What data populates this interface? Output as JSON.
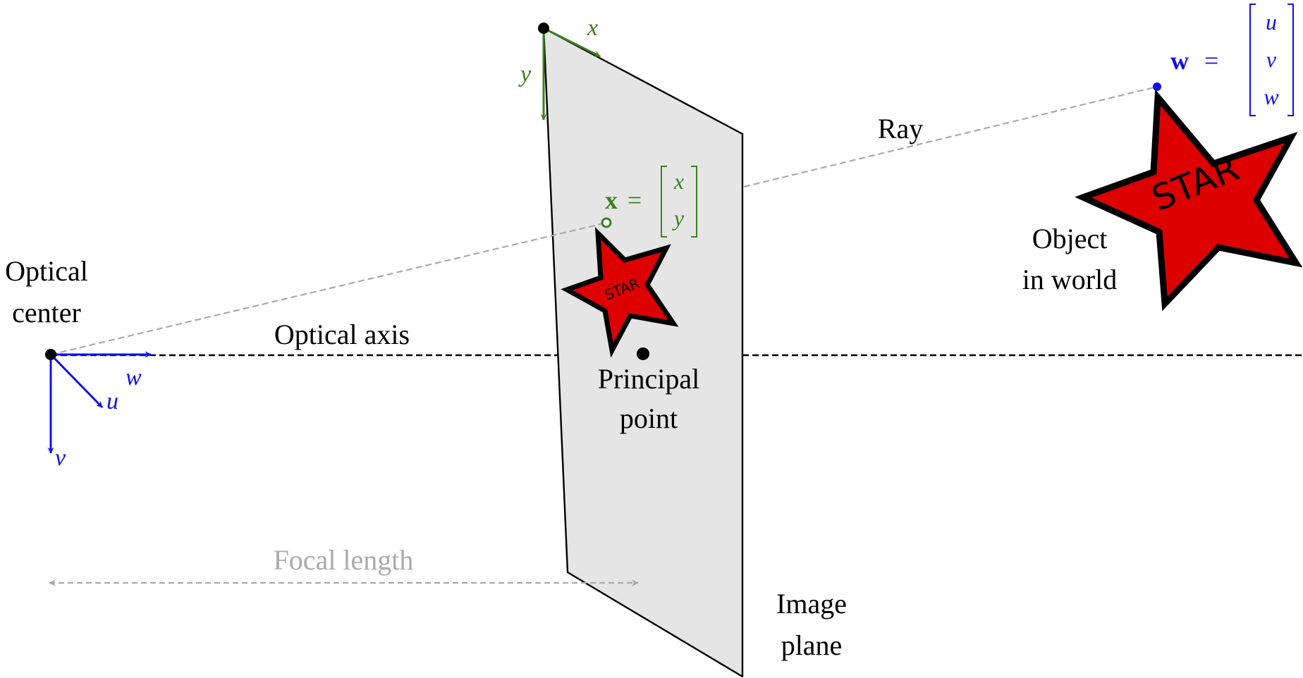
{
  "labels": {
    "optical_center": [
      "Optical",
      "center"
    ],
    "optical_axis": "Optical axis",
    "principal_point": [
      "Principal",
      "point"
    ],
    "focal_length": "Focal length",
    "image_plane": [
      "Image",
      "plane"
    ],
    "ray": "Ray",
    "object_in_world": [
      "Object",
      "in world"
    ],
    "star_text": "STAR"
  },
  "camera_axes": {
    "w": "w",
    "u": "u",
    "v": "v"
  },
  "image_axes": {
    "x": "x",
    "y": "y"
  },
  "image_point": {
    "symbol": "x",
    "equals": "=",
    "components": [
      "x",
      "y"
    ]
  },
  "world_point": {
    "symbol": "w",
    "equals": "=",
    "components": [
      "u",
      "v",
      "w"
    ]
  },
  "colors": {
    "camera_blue": "#1010ee",
    "image_green": "#3f7f1f",
    "ray_gray": "#aaaaaa",
    "plane_fill": "#e5e5e5",
    "star_red": "#dd0000",
    "ink": "#000000"
  }
}
